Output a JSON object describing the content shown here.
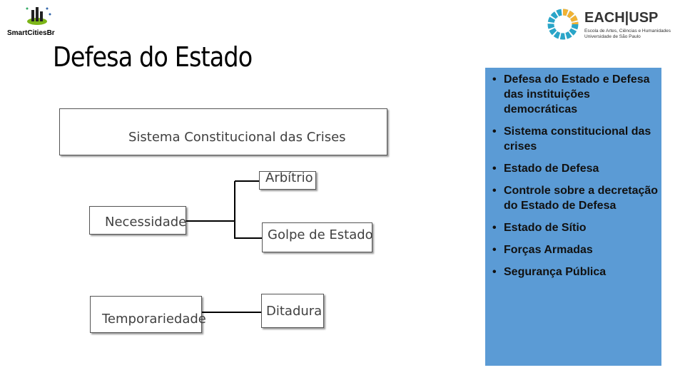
{
  "logos": {
    "left": "SmartCitiesBr",
    "right_main": "EACH|USP",
    "right_sub1": "Escola de Artes, Ciências e Humanidades",
    "right_sub2": "Universidade de São Paulo"
  },
  "title": "Defesa do Estado",
  "diagram": {
    "header": "Sistema Constitucional das Crises",
    "necessidade": "Necessidade",
    "arbitrio": "Arbítrio",
    "golpe": "Golpe de Estado",
    "temporariedade": "Temporariedade",
    "ditadura": "Ditadura"
  },
  "panel": {
    "color": "#5b9bd5",
    "items": [
      "Defesa do Estado e Defesa das instituições democráticas",
      "Sistema constitucional das crises",
      " Estado de Defesa",
      "Controle sobre a decretação do Estado de Defesa",
      "Estado de Sítio",
      "Forças Armadas",
      "Segurança Pública"
    ]
  }
}
